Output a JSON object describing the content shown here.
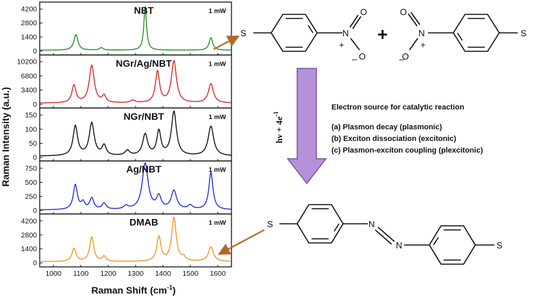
{
  "chart_data": {
    "type": "line",
    "x_axis": {
      "label": "Raman Shift (cm",
      "label_sup": "-1",
      "label_close": ")",
      "range": [
        950,
        1650
      ],
      "ticks": [
        1000,
        1100,
        1200,
        1300,
        1400,
        1500,
        1600
      ]
    },
    "y_axis_label": "Raman Intensity (a.u.)",
    "panels": [
      {
        "name": "NBT",
        "power": "1 mW",
        "color": "#2a8c2a",
        "ylim": [
          -400,
          4900
        ],
        "yticks": [
          0,
          1400,
          2800,
          4200
        ],
        "baseline": 80,
        "peaks": [
          [
            1082,
            1550,
            9
          ],
          [
            1175,
            250,
            8
          ],
          [
            1335,
            4350,
            6
          ],
          [
            1575,
            1250,
            8
          ]
        ],
        "labels": [
          "0",
          "1400",
          "2800",
          "4200"
        ]
      },
      {
        "name": "NGr/Ag/NBT",
        "power": "1 mW",
        "color": "#d42a2a",
        "ylim": [
          -900,
          11800
        ],
        "yticks": [
          0,
          3400,
          6800,
          10200
        ],
        "baseline": 250,
        "peaks": [
          [
            1075,
            4200,
            9
          ],
          [
            1140,
            9000,
            11
          ],
          [
            1185,
            1600,
            8
          ],
          [
            1290,
            600,
            10
          ],
          [
            1380,
            7500,
            9
          ],
          [
            1440,
            10000,
            11
          ],
          [
            1575,
            4600,
            11
          ]
        ],
        "labels": [
          "0",
          "3400",
          "6800",
          "10200"
        ]
      },
      {
        "name": "NGr/NBT",
        "power": "1 mW",
        "color": "#111111",
        "ylim": [
          -12,
          175
        ],
        "yticks": [
          0,
          50,
          100,
          150
        ],
        "baseline": 5,
        "peaks": [
          [
            1080,
            105,
            10
          ],
          [
            1140,
            115,
            11
          ],
          [
            1185,
            35,
            9
          ],
          [
            1270,
            18,
            10
          ],
          [
            1335,
            75,
            11
          ],
          [
            1385,
            85,
            9
          ],
          [
            1440,
            155,
            11
          ],
          [
            1575,
            105,
            12
          ]
        ],
        "labels": [
          "0",
          "50",
          "100",
          "150"
        ]
      },
      {
        "name": "Ag/NBT",
        "power": "1 mW",
        "color": "#1f2fd6",
        "ylim": [
          -60,
          880
        ],
        "yticks": [
          0,
          250,
          500,
          750
        ],
        "baseline": 10,
        "peaks": [
          [
            1080,
            440,
            9
          ],
          [
            1108,
            120,
            8
          ],
          [
            1140,
            200,
            9
          ],
          [
            1185,
            110,
            9
          ],
          [
            1265,
            60,
            10
          ],
          [
            1335,
            820,
            13
          ],
          [
            1385,
            220,
            10
          ],
          [
            1440,
            330,
            12
          ],
          [
            1500,
            70,
            10
          ],
          [
            1575,
            660,
            9
          ]
        ],
        "labels": [
          "0",
          "250",
          "500",
          "750"
        ]
      },
      {
        "name": "DMAB",
        "power": "1 mW",
        "color": "#f0962a",
        "ylim": [
          -400,
          4900
        ],
        "yticks": [
          0,
          1400,
          2800,
          4200
        ],
        "baseline": 120,
        "peaks": [
          [
            1075,
            1300,
            9
          ],
          [
            1140,
            2450,
            9
          ],
          [
            1185,
            500,
            8
          ],
          [
            1385,
            2450,
            9
          ],
          [
            1440,
            4350,
            10
          ],
          [
            1475,
            350,
            8
          ],
          [
            1575,
            1450,
            11
          ]
        ],
        "labels": [
          "0",
          "1400",
          "2800",
          "4200"
        ]
      }
    ]
  },
  "scheme": {
    "top_left_molecule": {
      "s_label": "S",
      "n_label": "N",
      "o_label": "O",
      "o2_label": "O",
      "plus": "+",
      "minus": "–"
    },
    "plus_sign": "+",
    "top_right_molecule": {
      "s_label": "S",
      "n_label": "N",
      "o_label": "O",
      "o2_label": "O",
      "plus": "+",
      "minus": "–"
    },
    "arrow_label": "hν + 4e",
    "arrow_label_sup": "-1",
    "notes_title": "Electron  source  for catalytic  reaction",
    "notes": [
      "(a)  Plasmon  decay  (plasmonic)",
      "(b)  Exciton  dissociation  (excitonic)",
      "(c)  Plasmon-exciton  coupling  (plexcitonic)"
    ],
    "product_molecule": {
      "s_left": "S",
      "n1": "N",
      "n2": "N",
      "s_right": "S"
    },
    "pointer_color": "#b06a2a",
    "arrow_color": "#b592d8",
    "arrow_edge_color": "#7a52a8"
  }
}
